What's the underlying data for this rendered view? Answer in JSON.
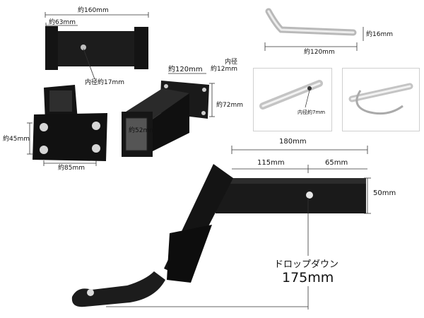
{
  "labels": {
    "outer_len": "約160mm",
    "face_w": "約63mm",
    "hole_inner": "内径約17mm",
    "sleeve_len": "約120mm",
    "inner_top": "内径",
    "inner_val": "約12mm",
    "plate_h": "約72mm",
    "opening": "約52mm",
    "plate_w": "約45mm",
    "plate_len": "約85mm",
    "pin_len": "約120mm",
    "pin_dia": "約16mm",
    "clip_inner": "内径約7mm",
    "bar_total": "180mm",
    "bar_seg1": "115mm",
    "bar_seg2": "65mm",
    "bar_h": "50mm",
    "drop_label": "ドロップダウン",
    "drop_value": "175mm"
  }
}
